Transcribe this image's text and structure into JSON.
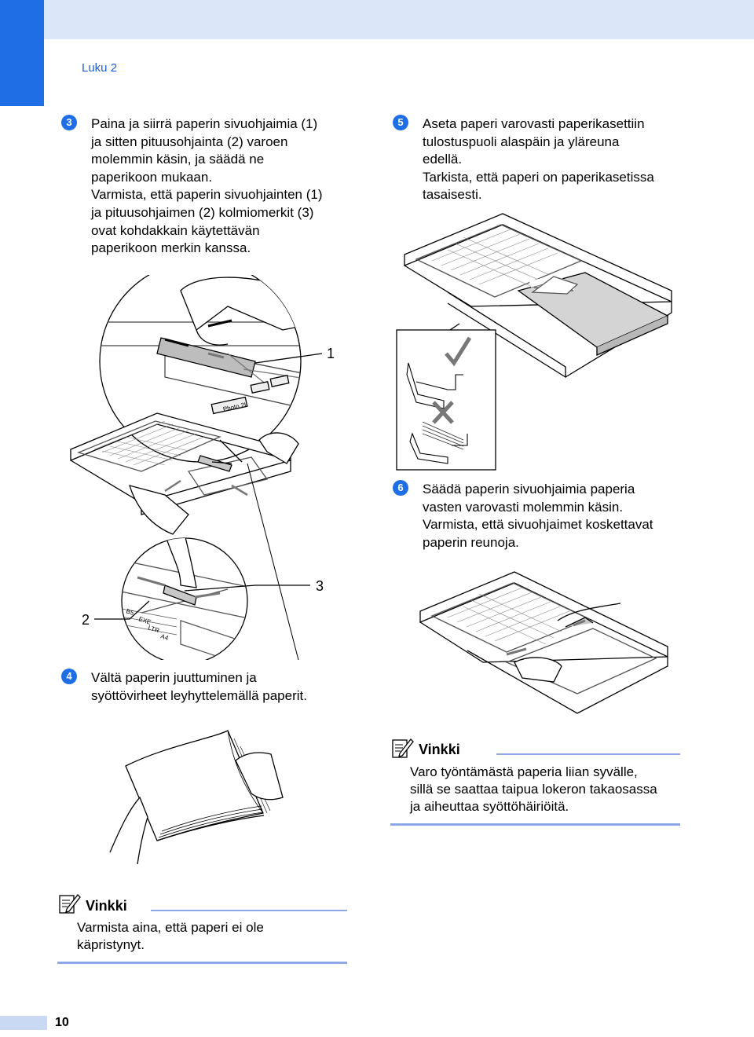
{
  "header": {
    "chapter": "Luku 2"
  },
  "steps": {
    "s3": {
      "number": "3",
      "lines": [
        "Paina ja siirrä paperin sivuohjaimia (1)",
        "ja sitten pituusohjainta (2) varoen",
        "molemmin käsin, ja säädä ne",
        "paperikoon mukaan.",
        "Varmista, että paperin sivuohjainten (1)",
        "ja pituusohjaimen (2) kolmiomerkit (3)",
        "ovat kohdakkain käytettävän",
        "paperikoon merkin kanssa."
      ]
    },
    "s4": {
      "number": "4",
      "lines": [
        "Vältä paperin juuttuminen ja",
        "syöttövirheet leyhyttelemällä paperit."
      ]
    },
    "s5": {
      "number": "5",
      "lines": [
        "Aseta paperi varovasti paperikasettiin",
        "tulostuspuoli alaspäin ja yläreuna",
        "edellä.",
        "Tarkista, että paperi on paperikasetissa",
        "tasaisesti."
      ]
    },
    "s6": {
      "number": "6",
      "lines": [
        "Säädä paperin sivuohjaimia paperia",
        "vasten varovasti molemmin käsin.",
        "Varmista, että sivuohjaimet koskettavat",
        "paperin reunoja."
      ]
    }
  },
  "callouts": {
    "c1": "1",
    "c2": "2",
    "c3": "3"
  },
  "tray_labels": {
    "photo": "Photo 2L",
    "b5": "B5",
    "exe": "EXE",
    "ltr": "LTR",
    "a4": "A4"
  },
  "notes": {
    "right": {
      "title": "Vinkki",
      "lines": [
        "Varo työntämästä paperia liian syvälle,",
        "sillä se saattaa taipua lokeron takaosassa",
        "ja aiheuttaa syöttöhäiriöitä."
      ]
    },
    "bottom": {
      "title": "Vinkki",
      "lines": [
        "Varmista aina, että paperi ei ole",
        "käpristynyt."
      ]
    }
  },
  "footer": {
    "page_number": "10"
  },
  "colors": {
    "accent": "#1e6fe6",
    "band": "#dbe6f8",
    "rule": "#8aa9e6"
  },
  "icons": {
    "note": "pencil-note-icon",
    "ok": "check-mark-icon",
    "bad": "cross-mark-icon"
  }
}
